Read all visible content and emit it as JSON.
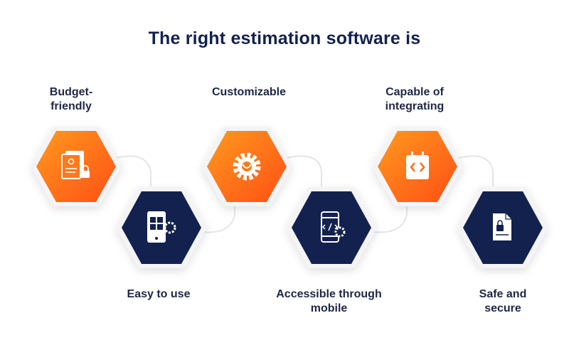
{
  "title": "The right estimation software is",
  "colors": {
    "orange_light": "#ff9a1f",
    "orange_dark": "#ff4f14",
    "navy": "#13214f",
    "halo": "#f4f4f6",
    "connector": "#e4e5ea"
  },
  "features": [
    {
      "label": "Budget-\nfriendly",
      "icon": "document-lock-icon",
      "style": "orange"
    },
    {
      "label": "Easy to use",
      "icon": "phone-gear-icon",
      "style": "navy"
    },
    {
      "label": "Customizable",
      "icon": "gear-icon",
      "style": "orange"
    },
    {
      "label": "Accessible through\nmobile",
      "icon": "mobile-code-icon",
      "style": "navy"
    },
    {
      "label": "Capable of\nintegrating",
      "icon": "code-card-icon",
      "style": "orange"
    },
    {
      "label": "Safe and\nsecure",
      "icon": "secure-document-icon",
      "style": "navy"
    }
  ]
}
